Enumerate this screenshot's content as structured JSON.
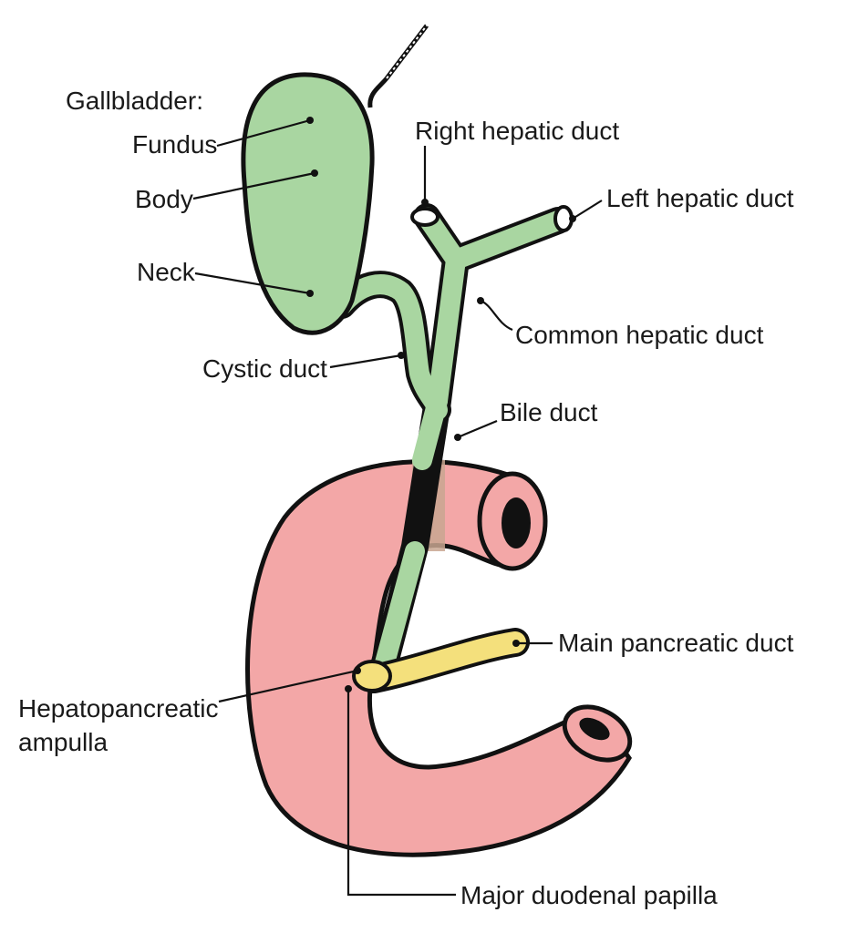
{
  "title": "Gallbladder and extrahepatic bile ducts",
  "colors": {
    "gallbladder": "#a9d6a1",
    "duodenum": "#f3a7a7",
    "pancreatic_duct": "#f4e07c",
    "outline": "#111111",
    "overlap": "#c8a690"
  },
  "labels": {
    "gallbladder": "Gallbladder:",
    "fundus": "Fundus",
    "body": "Body",
    "neck": "Neck",
    "cystic_duct": "Cystic duct",
    "right_hepatic_duct": "Right hepatic duct",
    "left_hepatic_duct": "Left hepatic duct",
    "common_hepatic_duct": "Common hepatic duct",
    "bile_duct": "Bile duct",
    "main_pancreatic_duct": "Main pancreatic duct",
    "hepatopancreatic_ampulla_line1": "Hepatopancreatic",
    "hepatopancreatic_ampulla_line2": "ampulla",
    "major_duodenal_papilla": "Major duodenal papilla"
  }
}
